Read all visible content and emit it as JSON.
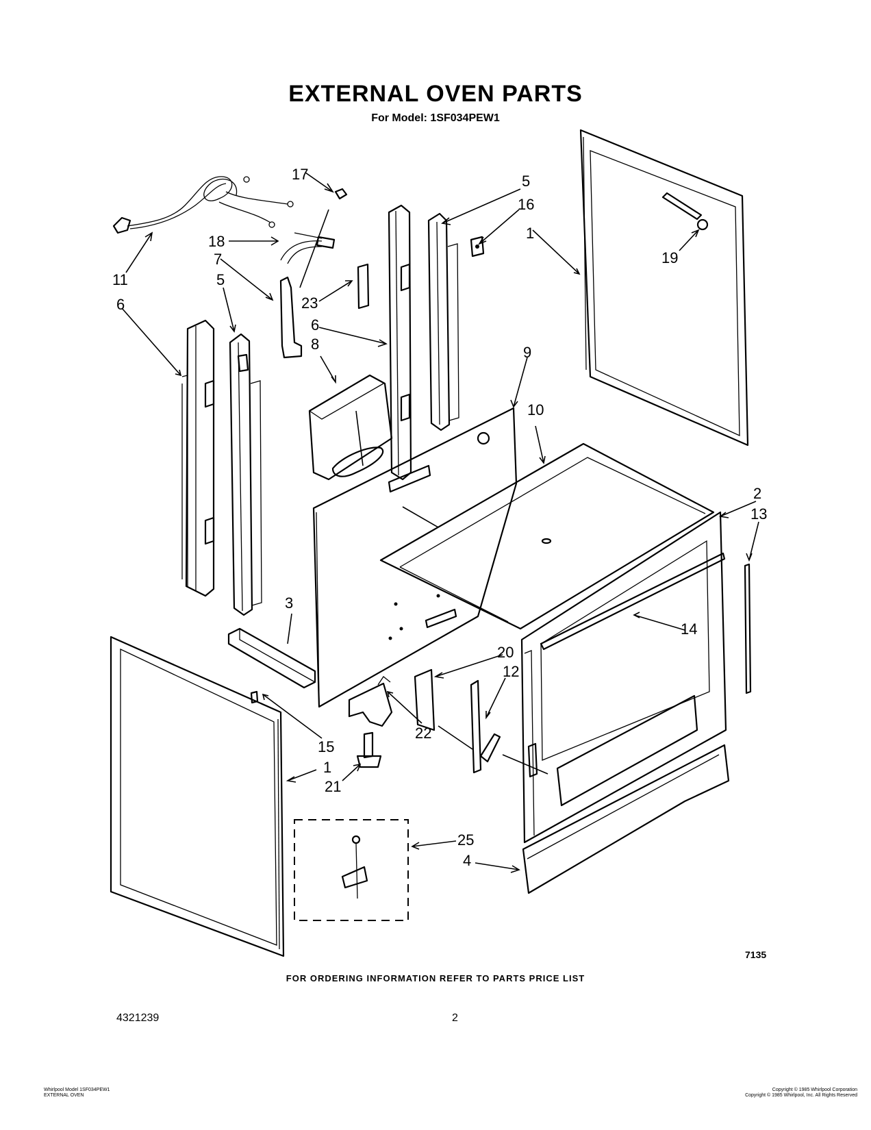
{
  "header": {
    "title": "EXTERNAL OVEN PARTS",
    "subtitle": "For Model: 1SF034PEW1"
  },
  "callouts": {
    "c1a": "1",
    "c1b": "1",
    "c2": "2",
    "c3": "3",
    "c4": "4",
    "c5a": "5",
    "c5b": "5",
    "c6a": "6",
    "c6b": "6",
    "c7": "7",
    "c8": "8",
    "c9": "9",
    "c10": "10",
    "c11": "11",
    "c12": "12",
    "c13": "13",
    "c14": "14",
    "c15": "15",
    "c16": "16",
    "c17": "17",
    "c18": "18",
    "c19": "19",
    "c20": "20",
    "c21": "21",
    "c22": "22",
    "c23": "23",
    "c25": "25"
  },
  "footer": {
    "drawing_code": "7135",
    "ordering_note": "FOR ORDERING INFORMATION REFER TO PARTS PRICE LIST",
    "document_number": "4321239",
    "page_number": "2",
    "small_left_line1": "Whirlpool Model 1SF034PEW1",
    "small_left_line2": "EXTERNAL OVEN",
    "small_right_line1": "Copyright © 1985 Whirlpool Corporation",
    "small_right_line2": "Copyright © 1985 Whirlpool, Inc. All Rights Reserved"
  }
}
